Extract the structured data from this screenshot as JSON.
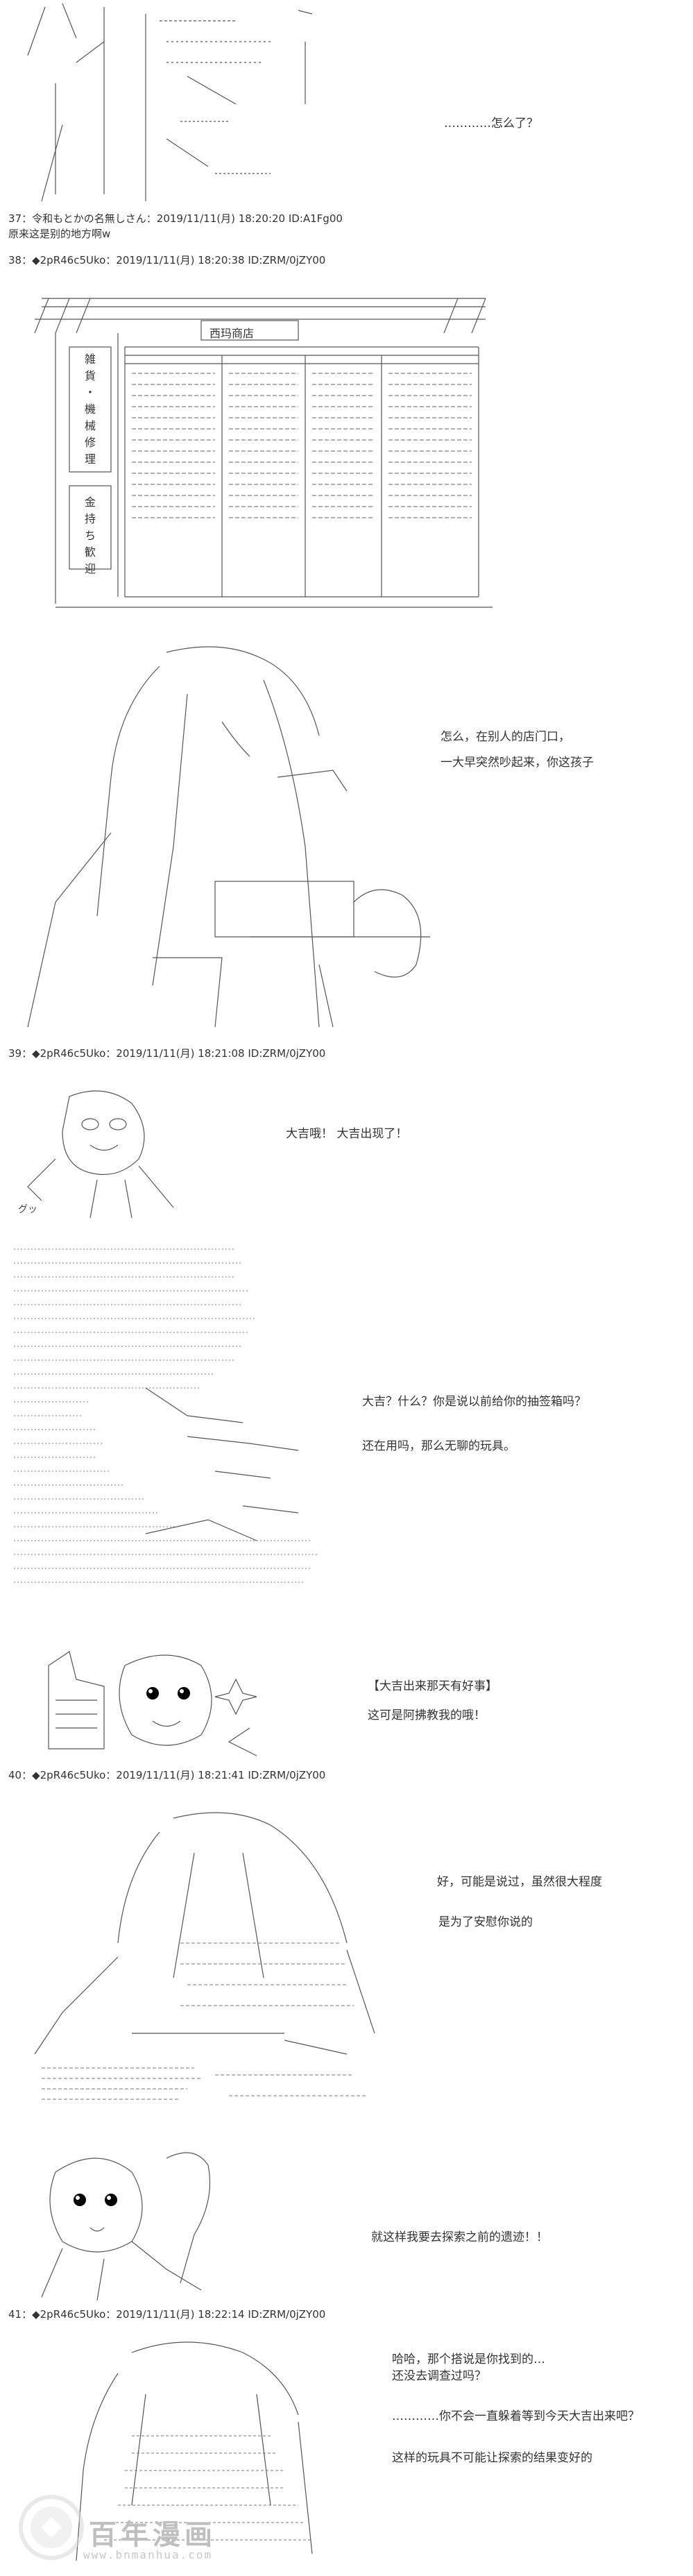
{
  "panels": {
    "p1": {
      "dialog": [
        "…………怎么了？"
      ]
    },
    "p2": {
      "shop_sign": "西玛商店",
      "side_sign_1": "雑\n貨\n・\n機\n械\n修\n理",
      "side_sign_2": "金\n持\nち\n歓\n迎"
    },
    "p3": {
      "dialog": [
        "怎么，在别人的店门口，",
        "一大早突然吵起来，你这孩子"
      ]
    },
    "p4": {
      "dialog": [
        "大吉哦！ 大吉出现了！"
      ],
      "sfx": "グッ"
    },
    "p5": {
      "dialog": [
        "大吉？什么？你是说以前给你的抽签箱吗？",
        "还在用吗，那么无聊的玩具。"
      ]
    },
    "p6": {
      "dialog": [
        "【大吉出来那天有好事】",
        "这可是阿拂教我的哦！"
      ]
    },
    "p7": {
      "dialog": [
        "好，可能是说过，虽然很大程度",
        "是为了安慰你说的"
      ]
    },
    "p8": {
      "dialog": [
        "就这样我要去探索之前的遗迹！！"
      ]
    },
    "p9": {
      "dialog": [
        "哈哈，那个搭说是你找到的…",
        "还没去调查过吗？",
        "…………你不会一直躲着等到今天大吉出来吧？",
        "这样的玩具不可能让探索的结果变好的"
      ]
    }
  },
  "posts": {
    "h37_line1": "37：令和もとかの名無しさん：2019/11/11(月) 18:20:20 ID:A1Fg00",
    "h37_line2": "原来这是别的地方啊w",
    "h38": "38：◆2pR46c5Uko：2019/11/11(月) 18:20:38 ID:ZRM/0jZY00",
    "h39": "39：◆2pR46c5Uko：2019/11/11(月) 18:21:08 ID:ZRM/0jZY00",
    "h40": "40：◆2pR46c5Uko：2019/11/11(月) 18:21:41 ID:ZRM/0jZY00",
    "h41": "41：◆2pR46c5Uko：2019/11/11(月) 18:22:14 ID:ZRM/0jZY00"
  },
  "watermark": {
    "text": "百年漫画",
    "url": "www.bnmanhua.com"
  }
}
